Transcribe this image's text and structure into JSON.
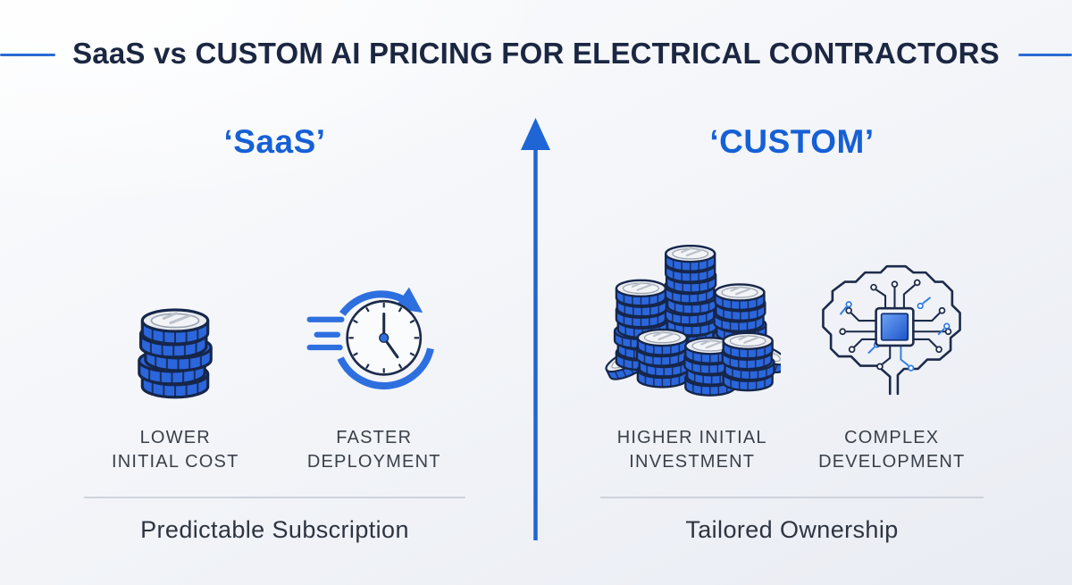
{
  "title": "SaaS vs CUSTOM AI PRICING FOR ELECTRICAL CONTRACTORS",
  "colors": {
    "accent_blue": "#1660d6",
    "coin_blue": "#2b66dc",
    "outline_navy": "#1b2742",
    "label_gray": "#3a4049",
    "footer_gray": "#2d3440",
    "divider_gray": "#c9ced7",
    "chip_blue": "#2f6ee2"
  },
  "axis": {
    "icon": "up-arrow-icon",
    "direction": "up"
  },
  "left": {
    "heading": "‘SaaS’",
    "items": [
      {
        "icon": "coin-stack-icon",
        "label_lines": [
          "LOWER",
          "INITIAL COST"
        ]
      },
      {
        "icon": "fast-clock-icon",
        "label_lines": [
          "FASTER",
          "DEPLOYMENT"
        ]
      }
    ],
    "footer": "Predictable Subscription"
  },
  "right": {
    "heading": "‘CUSTOM’",
    "items": [
      {
        "icon": "coin-pile-icon",
        "label_lines": [
          "HIGHER INITIAL",
          "INVESTMENT"
        ]
      },
      {
        "icon": "circuit-brain-icon",
        "label_lines": [
          "COMPLEX",
          "DEVELOPMENT"
        ]
      }
    ],
    "footer": "Tailored Ownership"
  }
}
